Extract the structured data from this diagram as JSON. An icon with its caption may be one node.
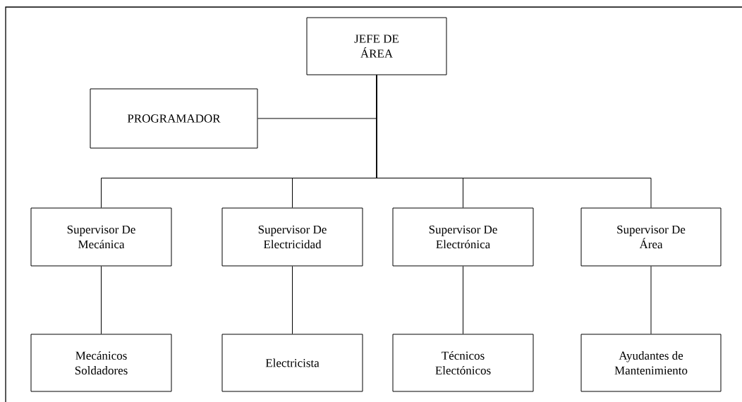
{
  "diagram": {
    "nodes": [
      {
        "text": [
          "JEFE DE ÁREA"
        ]
      },
      {
        "text": [
          "PROGRAMADOR"
        ]
      },
      {
        "text": [
          "Supervisor De Mecánica"
        ]
      },
      {
        "text": [
          "Supervisor De Electricidad"
        ]
      },
      {
        "text": [
          "Supervisor De Electrónica"
        ]
      },
      {
        "text": [
          "Supervisor De Área"
        ]
      },
      {
        "text": [
          "Mecánicos Soldadores"
        ]
      },
      {
        "text": [
          "Electricista"
        ]
      },
      {
        "text": [
          "Técnicos Electónicos"
        ]
      },
      {
        "text": [
          "Ayudantes de Mantenimiento"
        ]
      }
    ],
    "edges": [
      {
        "from": 0,
        "to": 1,
        "arrow": "none"
      },
      {
        "from": 0,
        "to": 2,
        "arrow": "none"
      },
      {
        "from": 0,
        "to": 3,
        "arrow": "none"
      },
      {
        "from": 0,
        "to": 4,
        "arrow": "none"
      },
      {
        "from": 0,
        "to": 5,
        "arrow": "none"
      },
      {
        "from": 2,
        "to": 6,
        "arrow": "none"
      },
      {
        "from": 3,
        "to": 7,
        "arrow": "none"
      },
      {
        "from": 4,
        "to": 8,
        "arrow": "none"
      },
      {
        "from": 5,
        "to": 9,
        "arrow": "none"
      }
    ]
  }
}
